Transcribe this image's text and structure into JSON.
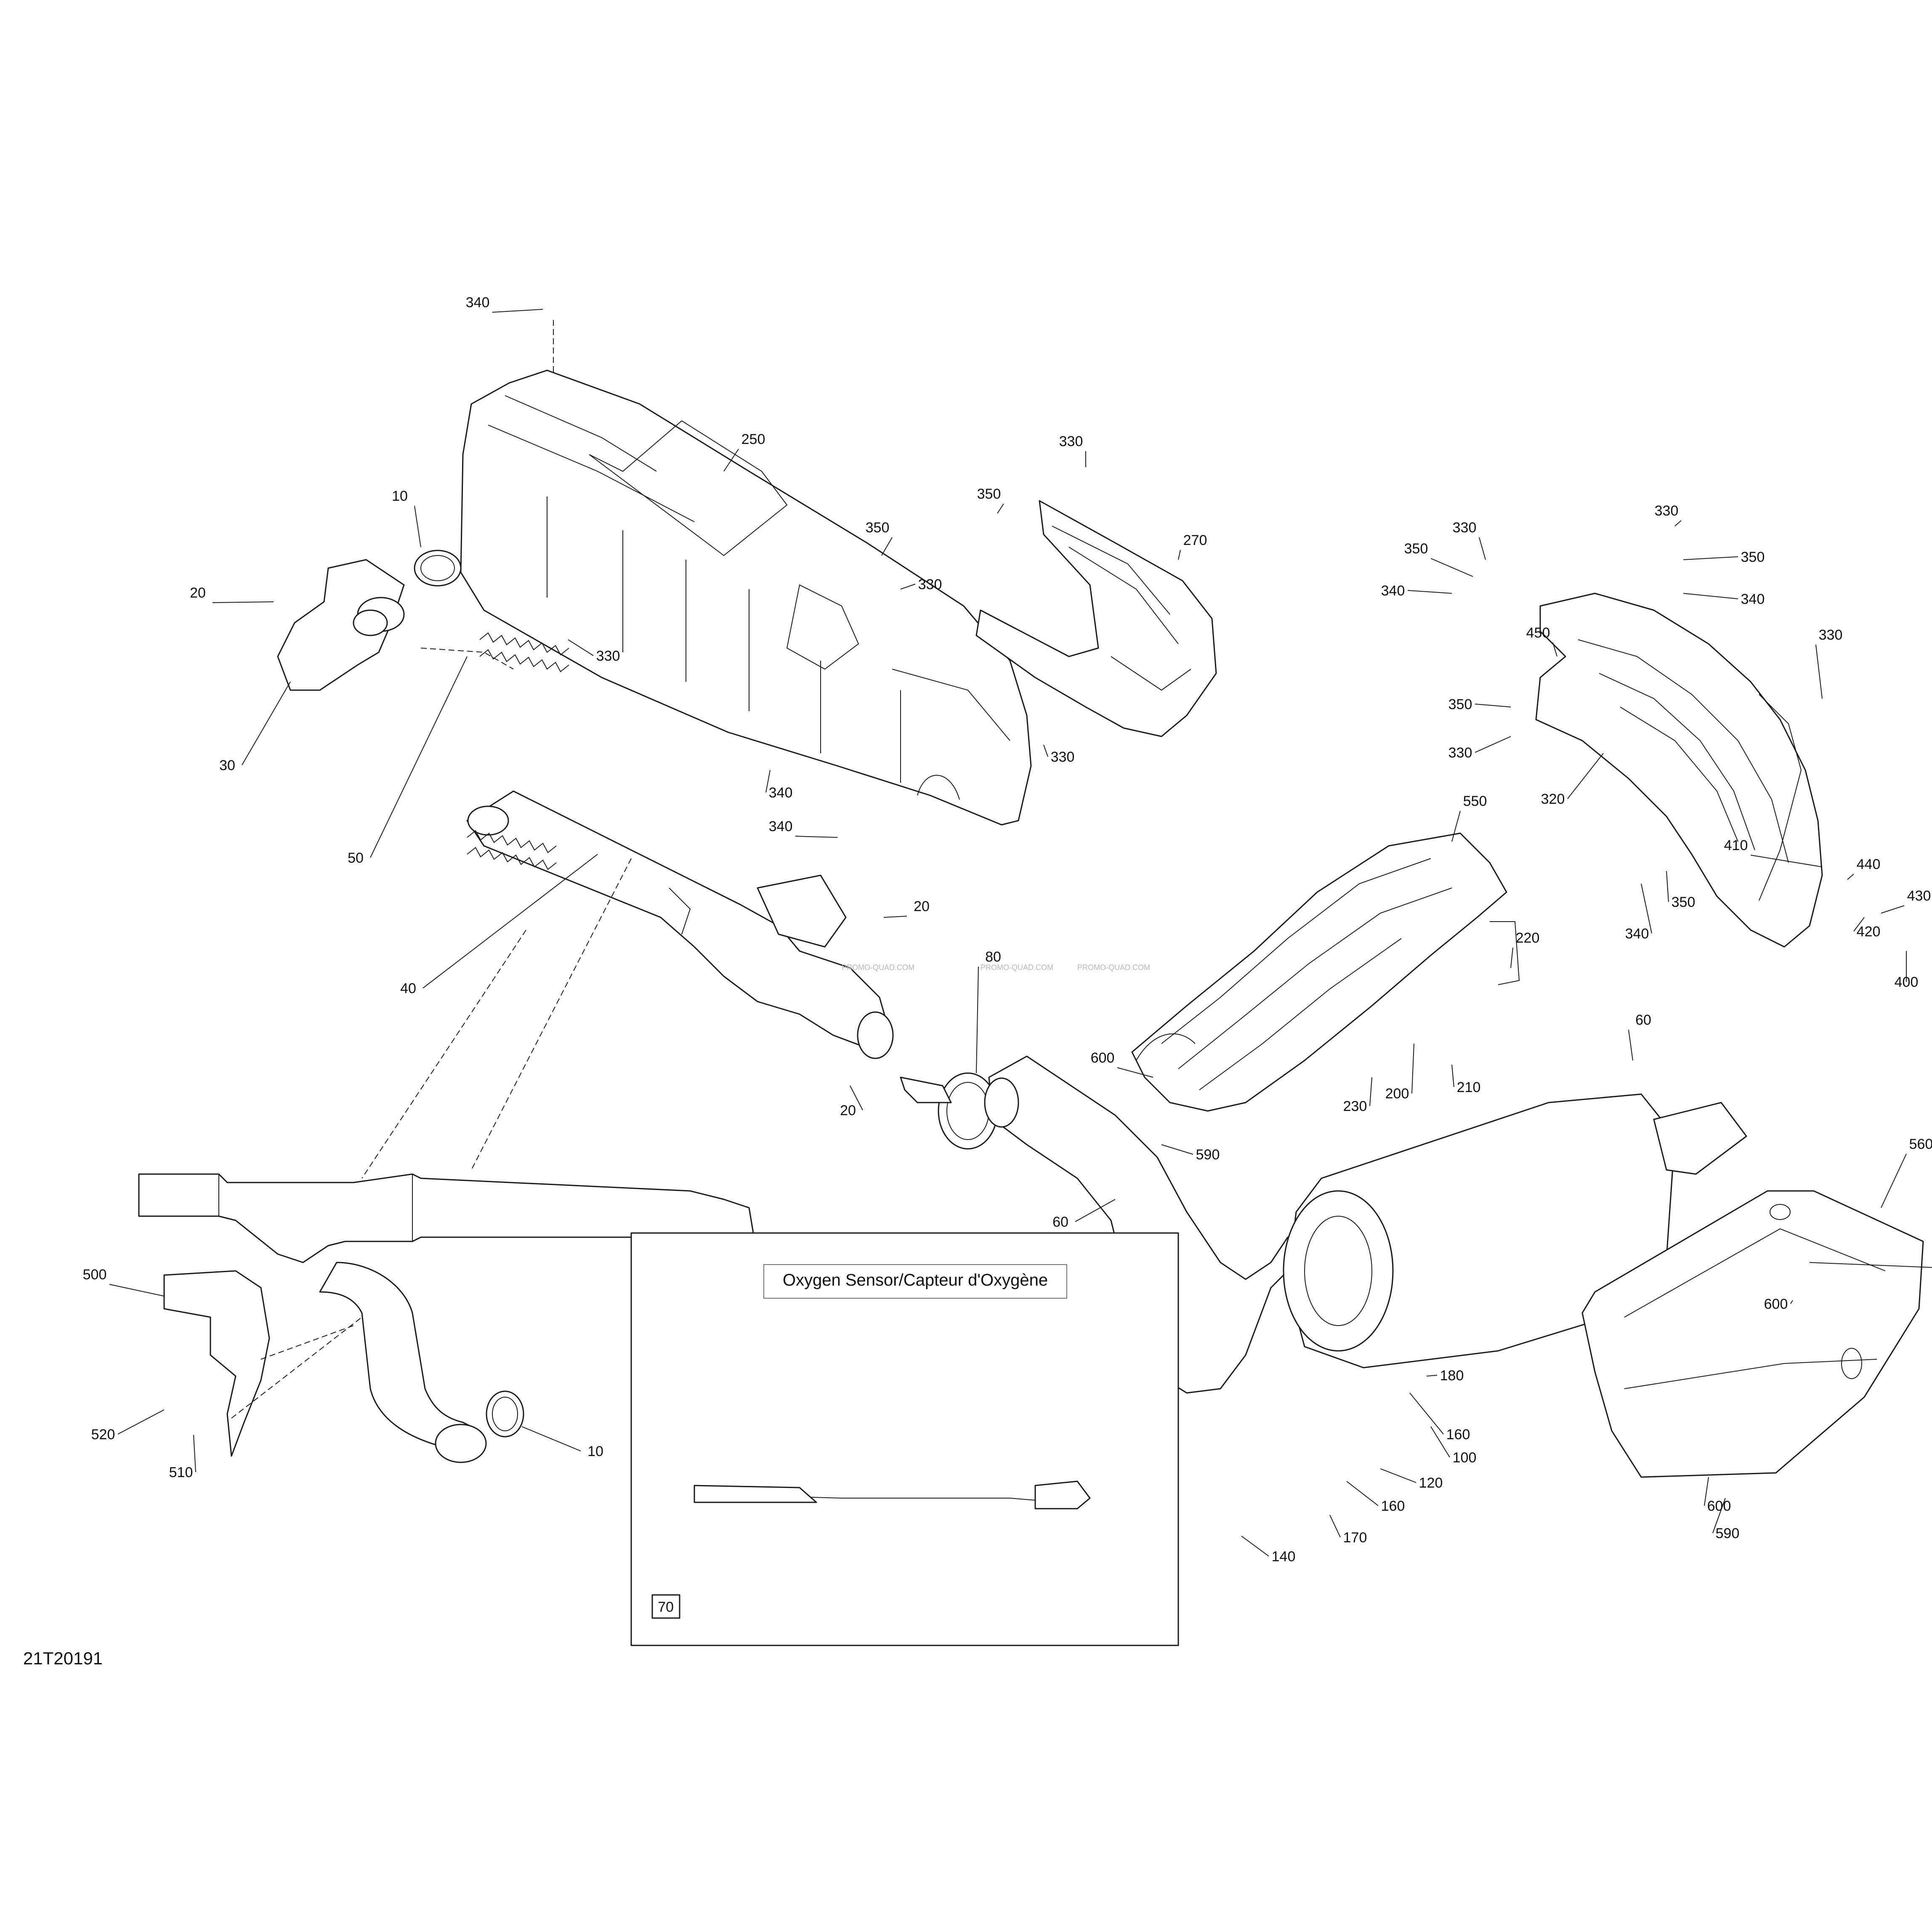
{
  "diagram_code": "21T20191",
  "inset": {
    "title": "Oxygen Sensor/Capteur d'Oxygène",
    "ref": "70"
  },
  "watermark": "PROMO-QUAD.COM",
  "callouts": [
    {
      "id": "c340a",
      "label": "340"
    },
    {
      "id": "c250",
      "label": "250"
    },
    {
      "id": "c330a",
      "label": "330"
    },
    {
      "id": "c350a",
      "label": "350"
    },
    {
      "id": "c350b",
      "label": "350"
    },
    {
      "id": "c270",
      "label": "270"
    },
    {
      "id": "c330b",
      "label": "330"
    },
    {
      "id": "c10a",
      "label": "10"
    },
    {
      "id": "c20a",
      "label": "20"
    },
    {
      "id": "c330c",
      "label": "330"
    },
    {
      "id": "c330d",
      "label": "330"
    },
    {
      "id": "c30",
      "label": "30"
    },
    {
      "id": "c340b",
      "label": "340"
    },
    {
      "id": "c340c",
      "label": "340"
    },
    {
      "id": "c50",
      "label": "50"
    },
    {
      "id": "c20b",
      "label": "20"
    },
    {
      "id": "c80",
      "label": "80"
    },
    {
      "id": "c40",
      "label": "40"
    },
    {
      "id": "c20c",
      "label": "20"
    },
    {
      "id": "c330e",
      "label": "330"
    },
    {
      "id": "c350c",
      "label": "350"
    },
    {
      "id": "c330f",
      "label": "330"
    },
    {
      "id": "c350d",
      "label": "350"
    },
    {
      "id": "c340d",
      "label": "340"
    },
    {
      "id": "c340e",
      "label": "340"
    },
    {
      "id": "c450",
      "label": "450"
    },
    {
      "id": "c330g",
      "label": "330"
    },
    {
      "id": "c350e",
      "label": "350"
    },
    {
      "id": "c330h",
      "label": "330"
    },
    {
      "id": "c320",
      "label": "320"
    },
    {
      "id": "c550",
      "label": "550"
    },
    {
      "id": "c410",
      "label": "410"
    },
    {
      "id": "c440",
      "label": "440"
    },
    {
      "id": "c430",
      "label": "430"
    },
    {
      "id": "c340f",
      "label": "340"
    },
    {
      "id": "c350f",
      "label": "350"
    },
    {
      "id": "c420",
      "label": "420"
    },
    {
      "id": "c400",
      "label": "400"
    },
    {
      "id": "c220",
      "label": "220"
    },
    {
      "id": "c60a",
      "label": "60"
    },
    {
      "id": "c600a",
      "label": "600"
    },
    {
      "id": "c230",
      "label": "230"
    },
    {
      "id": "c200",
      "label": "200"
    },
    {
      "id": "c210",
      "label": "210"
    },
    {
      "id": "c590a",
      "label": "590"
    },
    {
      "id": "c60b",
      "label": "60"
    },
    {
      "id": "c560",
      "label": "560"
    },
    {
      "id": "c590b",
      "label": "590"
    },
    {
      "id": "c600b",
      "label": "600"
    },
    {
      "id": "c500",
      "label": "500"
    },
    {
      "id": "c520",
      "label": "520"
    },
    {
      "id": "c510",
      "label": "510"
    },
    {
      "id": "c10b",
      "label": "10"
    },
    {
      "id": "c180",
      "label": "180"
    },
    {
      "id": "c160a",
      "label": "160"
    },
    {
      "id": "c100",
      "label": "100"
    },
    {
      "id": "c120",
      "label": "120"
    },
    {
      "id": "c160b",
      "label": "160"
    },
    {
      "id": "c170",
      "label": "170"
    },
    {
      "id": "c140",
      "label": "140"
    },
    {
      "id": "c600c",
      "label": "600"
    },
    {
      "id": "c590c",
      "label": "590"
    }
  ]
}
